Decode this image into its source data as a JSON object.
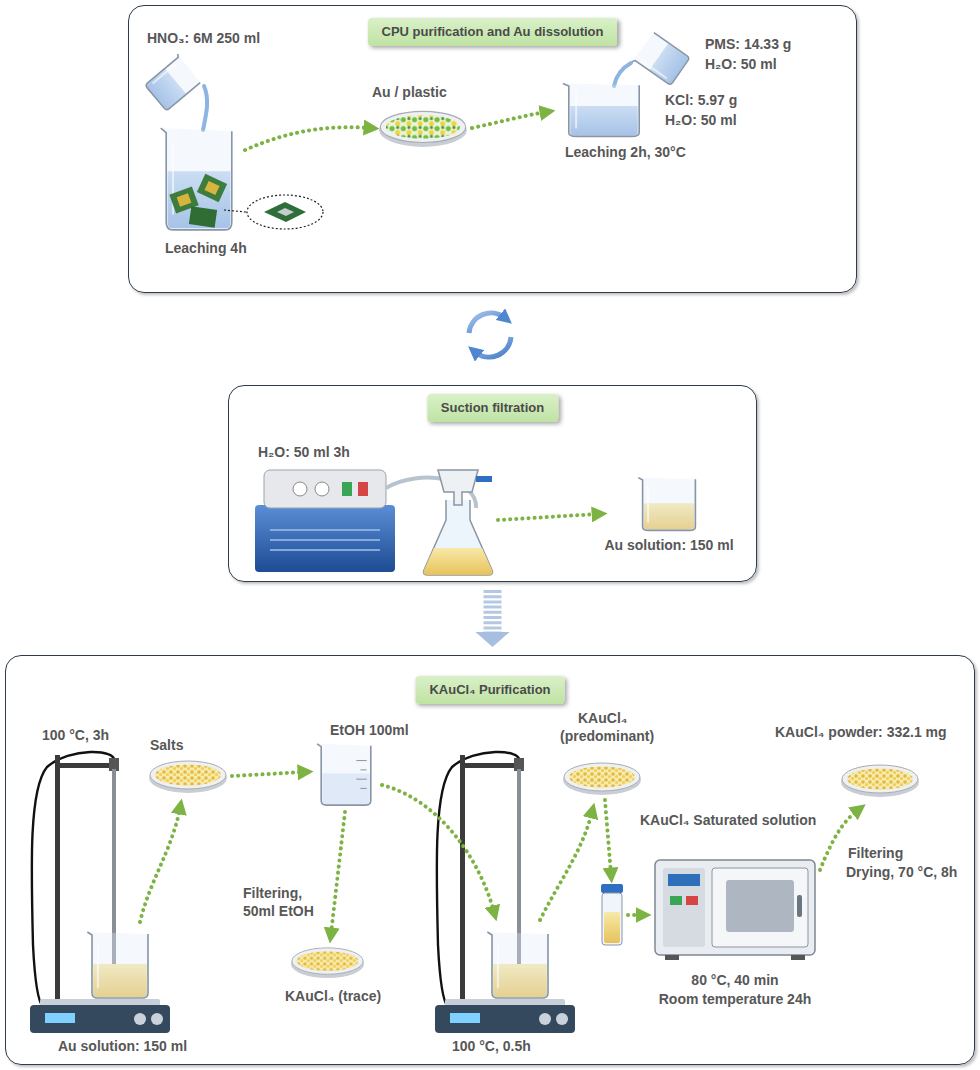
{
  "diagram": {
    "nodes": [
      {
        "text": [
          "CPU purification and Au dissolution"
        ]
      },
      {
        "text": [
          "Suction filtration"
        ]
      },
      {
        "text": [
          "KAuCl₄ Purification"
        ]
      }
    ],
    "edges": [
      {
        "from": 1,
        "to": 2,
        "arrow": "to"
      }
    ],
    "labels": [
      "HNO₃: 6M 250 ml",
      "Leaching 4h",
      "Au / plastic",
      "PMS: 14.33 g",
      "H₂O: 50 ml",
      "KCl: 5.97 g",
      "H₂O: 50 ml",
      "Leaching 2h, 30°C",
      "H₂O: 50 ml 3h",
      "Au solution: 150 ml",
      "100 °C, 3h",
      "Salts",
      "EtOH 100ml",
      "Filtering,",
      "50ml EtOH",
      "KAuCl₄ (trace)",
      "Au solution: 150 ml",
      "100 °C, 0.5h",
      "KAuCl₄",
      "(predominant)",
      "KAuCl₄ Saturated solution",
      "KAuCl₄ powder: 332.1 mg",
      "Filtering",
      "Drying, 70 °C, 8h",
      "80 °C, 40 min",
      "Room temperature 24h"
    ]
  }
}
